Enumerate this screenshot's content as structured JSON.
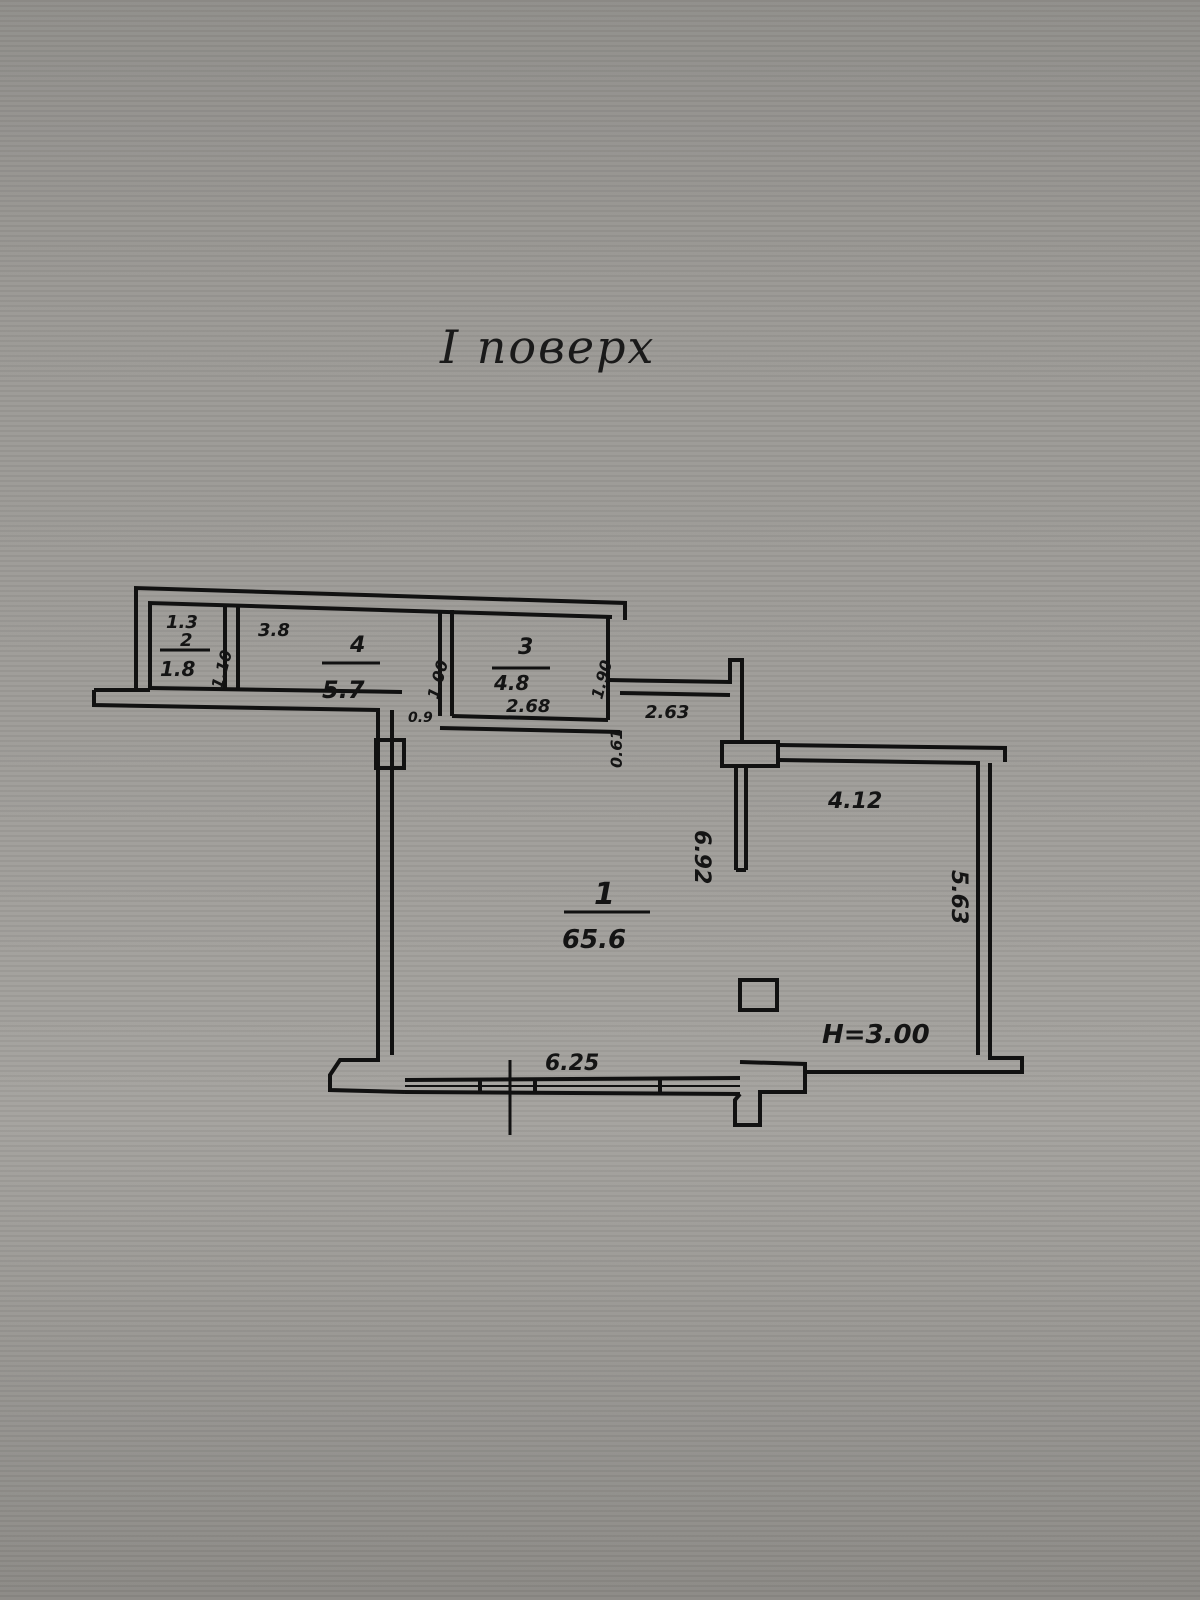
{
  "title": "I поверх",
  "rooms": [
    {
      "number": "1",
      "area": "65.6"
    },
    {
      "number": "2",
      "area": "1.8"
    },
    {
      "number": "3",
      "area": "4.8"
    },
    {
      "number": "4",
      "area": "5.7"
    }
  ],
  "dimensions": {
    "room2_width": "1.3",
    "room2_depth": "1.10",
    "room4_length": "3.8",
    "room4_depth": "1.00",
    "room3_length": "2.68",
    "room3_depth": "1.90",
    "passage_width": "2.63",
    "passage_depth": "0.61",
    "door_width": "0.9",
    "room1_depth": "6.92",
    "room1_width": "6.25",
    "right_width": "4.12",
    "right_depth": "5.63"
  },
  "height_label": "H=3.00"
}
